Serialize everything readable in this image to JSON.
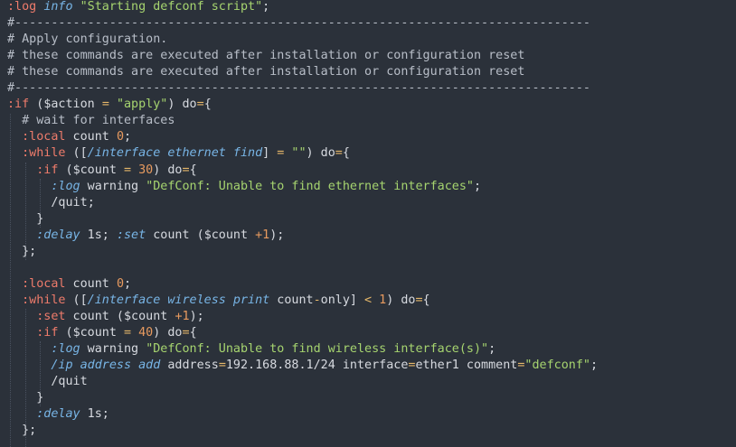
{
  "editor": {
    "language": "RouterOS script",
    "colors": {
      "background": "#2b313a",
      "text": "#d7dae0",
      "command": "#ee7b6b",
      "path": "#78b5e6",
      "string": "#a6d46f",
      "number": "#e79a5f",
      "operator": "#e5b76a",
      "comment": "#b8bec8"
    },
    "lines": [
      [
        {
          "t": ":log",
          "c": "cmd"
        },
        {
          "t": " ",
          "c": "punct"
        },
        {
          "t": "info",
          "c": "path"
        },
        {
          "t": " \"Starting defconf script\"",
          "c": "str"
        },
        {
          "t": ";",
          "c": "punct"
        }
      ],
      [
        {
          "t": "#-------------------------------------------------------------------------------",
          "c": "comment"
        }
      ],
      [
        {
          "t": "# Apply configuration.",
          "c": "comment"
        }
      ],
      [
        {
          "t": "# these commands are executed after installation or configuration reset",
          "c": "comment"
        }
      ],
      [
        {
          "t": "# these commands are executed after installation or configuration reset",
          "c": "comment"
        }
      ],
      [
        {
          "t": "#-------------------------------------------------------------------------------",
          "c": "comment"
        }
      ],
      [
        {
          "t": ":if",
          "c": "cmd"
        },
        {
          "t": " (",
          "c": "punct"
        },
        {
          "t": "$action",
          "c": "punct"
        },
        {
          "t": " ",
          "c": "punct"
        },
        {
          "t": "=",
          "c": "op"
        },
        {
          "t": " ",
          "c": "punct"
        },
        {
          "t": "\"apply\"",
          "c": "str"
        },
        {
          "t": ") ",
          "c": "punct"
        },
        {
          "t": "do",
          "c": "punct"
        },
        {
          "t": "=",
          "c": "op"
        },
        {
          "t": "{",
          "c": "punct"
        }
      ],
      [
        {
          "t": "  # wait for interfaces",
          "c": "comment"
        }
      ],
      [
        {
          "t": "  ",
          "c": "punct"
        },
        {
          "t": ":local",
          "c": "cmd"
        },
        {
          "t": " count ",
          "c": "punct"
        },
        {
          "t": "0",
          "c": "num"
        },
        {
          "t": ";",
          "c": "punct"
        }
      ],
      [
        {
          "t": "  ",
          "c": "punct"
        },
        {
          "t": ":while",
          "c": "cmd"
        },
        {
          "t": " ([",
          "c": "punct"
        },
        {
          "t": "/interface ethernet find",
          "c": "path"
        },
        {
          "t": "] ",
          "c": "punct"
        },
        {
          "t": "=",
          "c": "op"
        },
        {
          "t": " ",
          "c": "punct"
        },
        {
          "t": "\"\"",
          "c": "str"
        },
        {
          "t": ") ",
          "c": "punct"
        },
        {
          "t": "do",
          "c": "punct"
        },
        {
          "t": "=",
          "c": "op"
        },
        {
          "t": "{",
          "c": "punct"
        }
      ],
      [
        {
          "t": "    ",
          "c": "punct"
        },
        {
          "t": ":if",
          "c": "cmd"
        },
        {
          "t": " (",
          "c": "punct"
        },
        {
          "t": "$count",
          "c": "punct"
        },
        {
          "t": " ",
          "c": "punct"
        },
        {
          "t": "=",
          "c": "op"
        },
        {
          "t": " ",
          "c": "punct"
        },
        {
          "t": "30",
          "c": "num"
        },
        {
          "t": ") ",
          "c": "punct"
        },
        {
          "t": "do",
          "c": "punct"
        },
        {
          "t": "=",
          "c": "op"
        },
        {
          "t": "{",
          "c": "punct"
        }
      ],
      [
        {
          "t": "      ",
          "c": "punct"
        },
        {
          "t": ":log",
          "c": "path"
        },
        {
          "t": " warning ",
          "c": "punct"
        },
        {
          "t": "\"DefConf: Unable to find ethernet interfaces\"",
          "c": "str"
        },
        {
          "t": ";",
          "c": "punct"
        }
      ],
      [
        {
          "t": "      ",
          "c": "punct"
        },
        {
          "t": "/quit",
          "c": "punct"
        },
        {
          "t": ";",
          "c": "punct"
        }
      ],
      [
        {
          "t": "    }",
          "c": "punct"
        }
      ],
      [
        {
          "t": "    ",
          "c": "punct"
        },
        {
          "t": ":delay",
          "c": "path"
        },
        {
          "t": " 1s; ",
          "c": "punct"
        },
        {
          "t": ":set",
          "c": "path"
        },
        {
          "t": " count (",
          "c": "punct"
        },
        {
          "t": "$count",
          "c": "punct"
        },
        {
          "t": " ",
          "c": "punct"
        },
        {
          "t": "+1",
          "c": "num"
        },
        {
          "t": ");",
          "c": "punct"
        }
      ],
      [
        {
          "t": "  };",
          "c": "punct"
        }
      ],
      [
        {
          "t": "",
          "c": "punct"
        }
      ],
      [
        {
          "t": "  ",
          "c": "punct"
        },
        {
          "t": ":local",
          "c": "cmd"
        },
        {
          "t": " count ",
          "c": "punct"
        },
        {
          "t": "0",
          "c": "num"
        },
        {
          "t": ";",
          "c": "punct"
        }
      ],
      [
        {
          "t": "  ",
          "c": "punct"
        },
        {
          "t": ":while",
          "c": "cmd"
        },
        {
          "t": " ([",
          "c": "punct"
        },
        {
          "t": "/interface wireless print",
          "c": "path"
        },
        {
          "t": " count",
          "c": "punct"
        },
        {
          "t": "-",
          "c": "op"
        },
        {
          "t": "only] ",
          "c": "punct"
        },
        {
          "t": "<",
          "c": "op"
        },
        {
          "t": " ",
          "c": "punct"
        },
        {
          "t": "1",
          "c": "num"
        },
        {
          "t": ") ",
          "c": "punct"
        },
        {
          "t": "do",
          "c": "punct"
        },
        {
          "t": "=",
          "c": "op"
        },
        {
          "t": "{",
          "c": "punct"
        }
      ],
      [
        {
          "t": "    ",
          "c": "punct"
        },
        {
          "t": ":set",
          "c": "cmd"
        },
        {
          "t": " count (",
          "c": "punct"
        },
        {
          "t": "$count",
          "c": "punct"
        },
        {
          "t": " ",
          "c": "punct"
        },
        {
          "t": "+1",
          "c": "num"
        },
        {
          "t": ");",
          "c": "punct"
        }
      ],
      [
        {
          "t": "    ",
          "c": "punct"
        },
        {
          "t": ":if",
          "c": "cmd"
        },
        {
          "t": " (",
          "c": "punct"
        },
        {
          "t": "$count",
          "c": "punct"
        },
        {
          "t": " ",
          "c": "punct"
        },
        {
          "t": "=",
          "c": "op"
        },
        {
          "t": " ",
          "c": "punct"
        },
        {
          "t": "40",
          "c": "num"
        },
        {
          "t": ") ",
          "c": "punct"
        },
        {
          "t": "do",
          "c": "punct"
        },
        {
          "t": "=",
          "c": "op"
        },
        {
          "t": "{",
          "c": "punct"
        }
      ],
      [
        {
          "t": "      ",
          "c": "punct"
        },
        {
          "t": ":log",
          "c": "path"
        },
        {
          "t": " warning ",
          "c": "punct"
        },
        {
          "t": "\"DefConf: Unable to find wireless interface(s)\"",
          "c": "str"
        },
        {
          "t": ";",
          "c": "punct"
        }
      ],
      [
        {
          "t": "      ",
          "c": "punct"
        },
        {
          "t": "/ip address add",
          "c": "path"
        },
        {
          "t": " address",
          "c": "punct"
        },
        {
          "t": "=",
          "c": "op"
        },
        {
          "t": "192.168.88.1/24 interface",
          "c": "punct"
        },
        {
          "t": "=",
          "c": "op"
        },
        {
          "t": "ether1 comment",
          "c": "punct"
        },
        {
          "t": "=",
          "c": "op"
        },
        {
          "t": "\"defconf\"",
          "c": "str"
        },
        {
          "t": ";",
          "c": "punct"
        }
      ],
      [
        {
          "t": "      ",
          "c": "punct"
        },
        {
          "t": "/quit",
          "c": "punct"
        }
      ],
      [
        {
          "t": "    }",
          "c": "punct"
        }
      ],
      [
        {
          "t": "    ",
          "c": "punct"
        },
        {
          "t": ":delay",
          "c": "path"
        },
        {
          "t": " 1s;",
          "c": "punct"
        }
      ],
      [
        {
          "t": "  };",
          "c": "punct"
        }
      ]
    ]
  }
}
